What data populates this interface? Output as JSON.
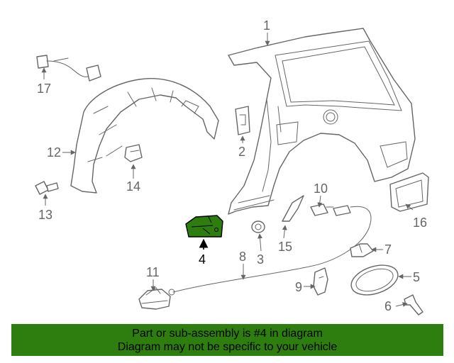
{
  "callouts": {
    "c1": "1",
    "c2": "2",
    "c3": "3",
    "c4": "4",
    "c5": "5",
    "c6": "6",
    "c7": "7",
    "c8": "8",
    "c9": "9",
    "c10": "10",
    "c11": "11",
    "c12": "12",
    "c13": "13",
    "c14": "14",
    "c15": "15",
    "c16": "16",
    "c17": "17"
  },
  "highlight": {
    "part": "4",
    "color": "#2e7d0f"
  },
  "notice": {
    "line1": "Part or sub-assembly is #4 in diagram",
    "line2": "Diagram may not be specific to your vehicle",
    "background": "#2e7d0f"
  }
}
